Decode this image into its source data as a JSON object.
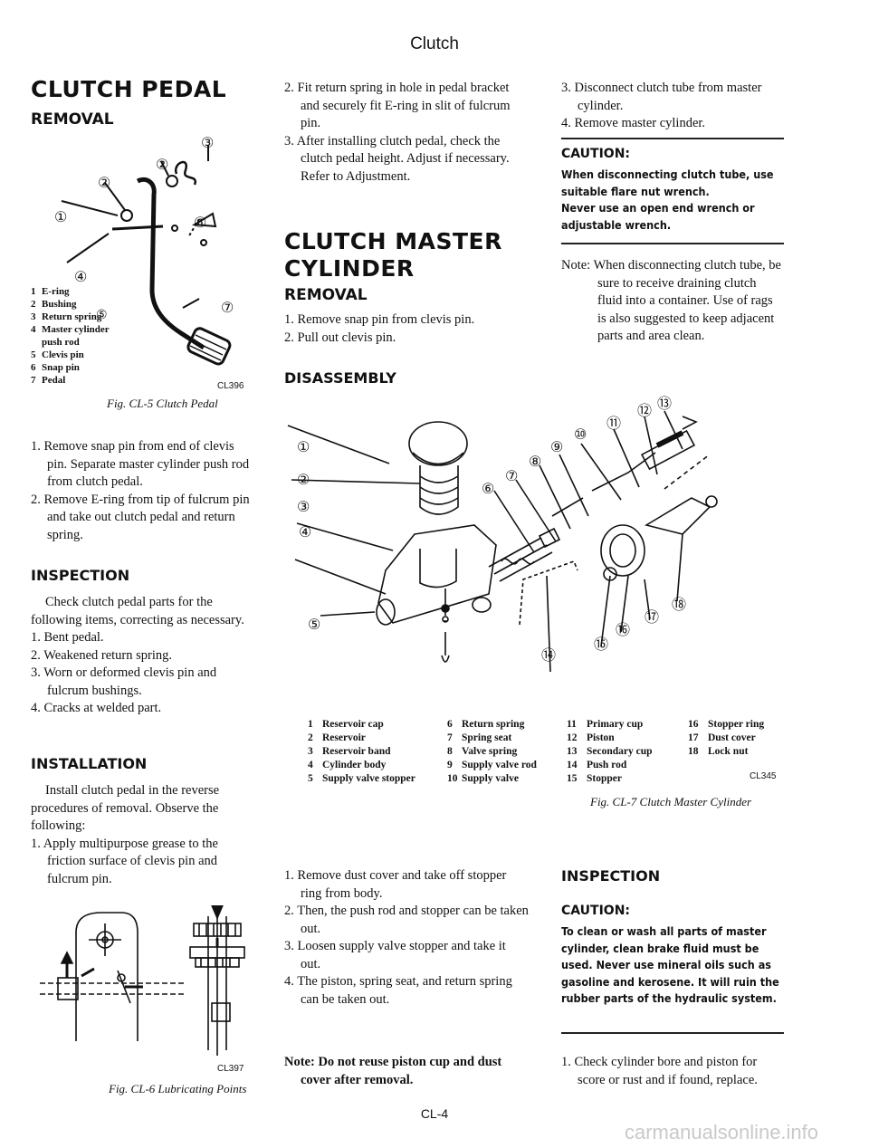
{
  "page": {
    "header": "Clutch",
    "footer": "CL-4",
    "watermark": "carmanualsonline.info"
  },
  "col1": {
    "title": "CLUTCH PEDAL",
    "removal_heading": "REMOVAL",
    "fig5": {
      "legend": [
        {
          "num": "1",
          "text": "E-ring"
        },
        {
          "num": "2",
          "text": "Bushing"
        },
        {
          "num": "3",
          "text": "Return spring"
        },
        {
          "num": "4",
          "text": "Master cylinder"
        },
        {
          "num": "",
          "text": "push rod"
        },
        {
          "num": "5",
          "text": "Clevis pin"
        },
        {
          "num": "6",
          "text": "Snap pin"
        },
        {
          "num": "7",
          "text": "Pedal"
        }
      ],
      "callouts": [
        "①",
        "②",
        "②",
        "③",
        "④",
        "⑤",
        "⑥",
        "⑦"
      ],
      "code": "CL396",
      "caption": "Fig. CL-5 Clutch Pedal"
    },
    "removal_steps": [
      "1.  Remove snap pin from end of clevis pin. Separate master cylinder push rod from clutch pedal.",
      "2.  Remove E-ring from tip of fulcrum pin and take out clutch pedal and return spring."
    ],
    "inspection_heading": "INSPECTION",
    "inspection_intro": "Check clutch pedal parts for the following items, correcting as necessary.",
    "inspection_items": [
      "1.  Bent pedal.",
      "2.  Weakened return spring.",
      "3.  Worn or deformed clevis pin and fulcrum bushings.",
      "4.  Cracks at welded part."
    ],
    "installation_heading": "INSTALLATION",
    "installation_intro": "Install clutch pedal in the reverse procedures of removal. Observe the following:",
    "installation_items": [
      "1.  Apply multipurpose grease to the friction surface of clevis pin and fulcrum pin."
    ],
    "fig6": {
      "code": "CL397",
      "caption": "Fig. CL-6 Lubricating Points"
    }
  },
  "col2": {
    "steps": [
      "2.  Fit return spring in hole in pedal bracket and securely fit E-ring in slit of fulcrum pin.",
      "3.  After installing clutch pedal, check the clutch pedal height. Adjust if necessary. Refer to Adjustment."
    ],
    "master_title": "CLUTCH MASTER CYLINDER",
    "removal_heading": "REMOVAL",
    "removal_steps": [
      "1.  Remove snap pin from clevis pin.",
      "2.  Pull out clevis pin."
    ],
    "disassembly_heading": "DISASSEMBLY",
    "disassembly_steps": [
      "1.  Remove dust cover and take off stopper ring from body.",
      "2.  Then, the push rod and stopper can be taken out.",
      "3.  Loosen supply valve stopper and take it out.",
      "4.  The piston, spring seat, and return spring can be taken out."
    ],
    "note": "Note: Do not reuse piston cup and dust cover after removal."
  },
  "col3": {
    "steps": [
      "3.  Disconnect clutch tube from master cylinder.",
      "4.  Remove master cylinder."
    ],
    "caution1_title": "CAUTION:",
    "caution1_lines": [
      "When disconnecting clutch tube, use suitable flare nut wrench.",
      "Never use an open end wrench or adjustable wrench."
    ],
    "note": "Note: When disconnecting clutch tube, be sure to receive draining clutch fluid into a container. Use of rags is also suggested to keep adjacent parts and area clean.",
    "inspection_heading": "INSPECTION",
    "caution2_title": "CAUTION:",
    "caution2_body": "To clean or wash all parts of master cylinder, clean brake fluid must be used. Never use mineral oils such as gasoline and kerosene. It will ruin the rubber parts of the hydraulic system.",
    "step1": "1.  Check cylinder bore and piston for score or rust and if found, replace."
  },
  "fig7": {
    "callouts": [
      "①",
      "②",
      "③",
      "④",
      "⑤",
      "⑥",
      "⑦",
      "⑧",
      "⑨",
      "⑩",
      "⑪",
      "⑫",
      "⑬",
      "⑭",
      "⑮",
      "⑯",
      "⑰",
      "⑱"
    ],
    "legend": [
      {
        "num": "1",
        "text": "Reservoir cap"
      },
      {
        "num": "2",
        "text": "Reservoir"
      },
      {
        "num": "3",
        "text": "Reservoir band"
      },
      {
        "num": "4",
        "text": "Cylinder body"
      },
      {
        "num": "5",
        "text": "Supply valve stopper"
      },
      {
        "num": "6",
        "text": "Return spring"
      },
      {
        "num": "7",
        "text": "Spring seat"
      },
      {
        "num": "8",
        "text": "Valve spring"
      },
      {
        "num": "9",
        "text": "Supply valve rod"
      },
      {
        "num": "10",
        "text": "Supply valve"
      },
      {
        "num": "11",
        "text": "Primary cup"
      },
      {
        "num": "12",
        "text": "Piston"
      },
      {
        "num": "13",
        "text": "Secondary cup"
      },
      {
        "num": "14",
        "text": "Push rod"
      },
      {
        "num": "15",
        "text": "Stopper"
      },
      {
        "num": "16",
        "text": "Stopper ring"
      },
      {
        "num": "17",
        "text": "Dust cover"
      },
      {
        "num": "18",
        "text": "Lock nut"
      }
    ],
    "code": "CL345",
    "caption": "Fig. CL-7 Clutch Master Cylinder"
  }
}
